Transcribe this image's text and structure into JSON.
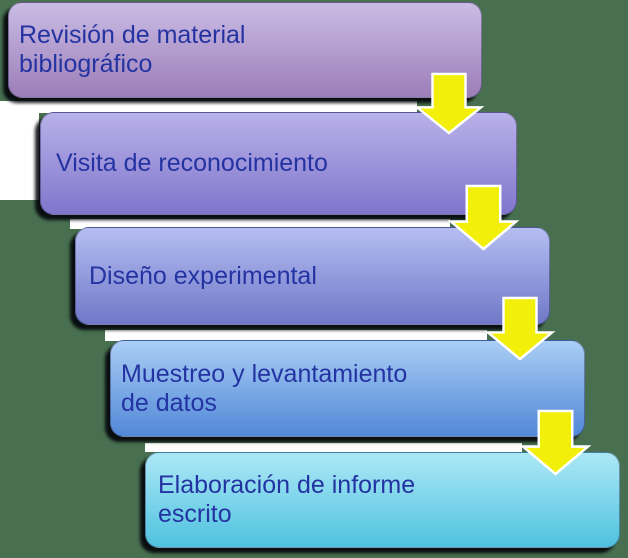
{
  "diagram": {
    "type": "step-down-process-flowchart",
    "background_color": "#487050",
    "pocket_color": "#FFFFFF",
    "text_color": "#2433A2",
    "shadow_color": "#000008",
    "arrow": {
      "direction": "down",
      "fill": "#F2EF0B",
      "outline": "#FFFFFF"
    },
    "steps": [
      {
        "label": "Revisión de material bibliográfico",
        "lines": [
          "Revisión de material",
          "bibliográfico"
        ],
        "gradient_top": "#CABCE5",
        "gradient_bottom": "#9C7EB8"
      },
      {
        "label": "Visita de reconocimiento",
        "lines": [
          "Visita de reconocimiento",
          ""
        ],
        "gradient_top": "#B9B1E9",
        "gradient_bottom": "#8076CC"
      },
      {
        "label": "Diseño experimental",
        "lines": [
          "Diseño experimental",
          ""
        ],
        "gradient_top": "#B5BEF2",
        "gradient_bottom": "#7078C8"
      },
      {
        "label": "Muestreo y levantamiento de datos",
        "lines": [
          "Muestreo y levantamiento",
          "de datos"
        ],
        "gradient_top": "#AACEF5",
        "gradient_bottom": "#5288D8"
      },
      {
        "label": "Elaboración de informe escrito",
        "lines": [
          "Elaboración de informe",
          "escrito"
        ],
        "gradient_top": "#ACE8F6",
        "gradient_bottom": "#4FC2DF"
      }
    ]
  }
}
